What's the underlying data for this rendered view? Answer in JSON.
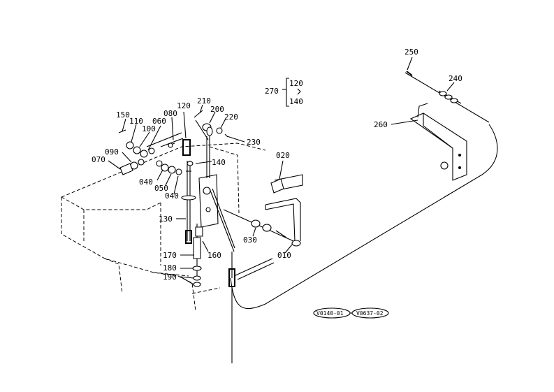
{
  "parts": [
    {
      "id": "p250",
      "label": "250"
    },
    {
      "id": "p240",
      "label": "240"
    },
    {
      "id": "p260",
      "label": "260"
    },
    {
      "id": "p270",
      "label": "270"
    },
    {
      "id": "p270a",
      "label": "120"
    },
    {
      "id": "p270b",
      "label": "140"
    },
    {
      "id": "p150",
      "label": "150"
    },
    {
      "id": "p110",
      "label": "110"
    },
    {
      "id": "p080",
      "label": "080"
    },
    {
      "id": "p060",
      "label": "060"
    },
    {
      "id": "p100",
      "label": "100"
    },
    {
      "id": "p120",
      "label": "120"
    },
    {
      "id": "p210",
      "label": "210"
    },
    {
      "id": "p200",
      "label": "200"
    },
    {
      "id": "p220",
      "label": "220"
    },
    {
      "id": "p230",
      "label": "230"
    },
    {
      "id": "p090",
      "label": "090"
    },
    {
      "id": "p070",
      "label": "070"
    },
    {
      "id": "p140",
      "label": "140"
    },
    {
      "id": "p040a",
      "label": "040"
    },
    {
      "id": "p050",
      "label": "050"
    },
    {
      "id": "p040b",
      "label": "040"
    },
    {
      "id": "p020",
      "label": "020"
    },
    {
      "id": "p130",
      "label": "130"
    },
    {
      "id": "p030",
      "label": "030"
    },
    {
      "id": "p170",
      "label": "170"
    },
    {
      "id": "p160",
      "label": "160"
    },
    {
      "id": "p010",
      "label": "010"
    },
    {
      "id": "p180",
      "label": "180"
    },
    {
      "id": "p190",
      "label": "190"
    }
  ],
  "ref_codes": {
    "left": "V0140-01",
    "right": "V0637-02"
  }
}
